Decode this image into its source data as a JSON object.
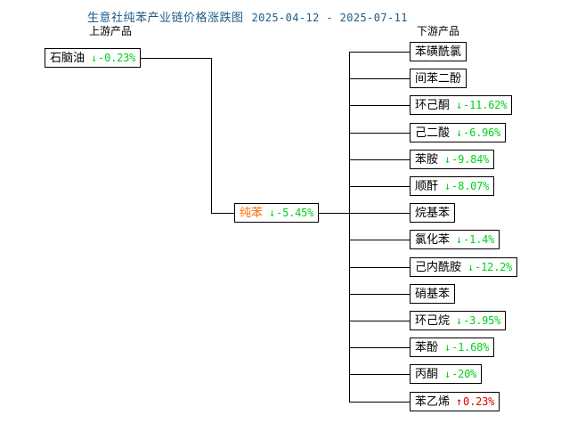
{
  "header": {
    "title": "生意社纯苯产业链价格涨跌图",
    "date_range": "2025-04-12 - 2025-07-11",
    "title_color": "#1b5b8a"
  },
  "columns": {
    "upstream_caption": "上游产品",
    "downstream_caption": "下游产品"
  },
  "colors": {
    "down": "#00d11a",
    "up": "#d80000",
    "center_node": "#ff6a00",
    "node_text": "#000000",
    "line": "#000000"
  },
  "upstream": [
    {
      "name": "石脑油",
      "arrow": "↓",
      "value": "-0.23%",
      "dir": "down"
    }
  ],
  "center": {
    "name": "纯苯",
    "arrow": "↓",
    "value": "-5.45%",
    "dir": "down"
  },
  "downstream": [
    {
      "name": "苯磺酰氯",
      "arrow": "",
      "value": "",
      "dir": "none"
    },
    {
      "name": "间苯二酚",
      "arrow": "",
      "value": "",
      "dir": "none"
    },
    {
      "name": "环己酮",
      "arrow": "↓",
      "value": "-11.62%",
      "dir": "down"
    },
    {
      "name": "己二酸",
      "arrow": "↓",
      "value": "-6.96%",
      "dir": "down"
    },
    {
      "name": "苯胺",
      "arrow": "↓",
      "value": "-9.84%",
      "dir": "down"
    },
    {
      "name": "顺酐",
      "arrow": "↓",
      "value": "-8.07%",
      "dir": "down"
    },
    {
      "name": "烷基苯",
      "arrow": "",
      "value": "",
      "dir": "none"
    },
    {
      "name": "氯化苯",
      "arrow": "↓",
      "value": "-1.4%",
      "dir": "down"
    },
    {
      "name": "己内酰胺",
      "arrow": "↓",
      "value": "-12.2%",
      "dir": "down"
    },
    {
      "name": "硝基苯",
      "arrow": "",
      "value": "",
      "dir": "none"
    },
    {
      "name": "环己烷",
      "arrow": "↓",
      "value": "-3.95%",
      "dir": "down"
    },
    {
      "name": "苯酚",
      "arrow": "↓",
      "value": "-1.68%",
      "dir": "down"
    },
    {
      "name": "丙酮",
      "arrow": "↓",
      "value": "-20%",
      "dir": "down"
    },
    {
      "name": "苯乙烯",
      "arrow": "↑",
      "value": "0.23%",
      "dir": "up"
    }
  ]
}
